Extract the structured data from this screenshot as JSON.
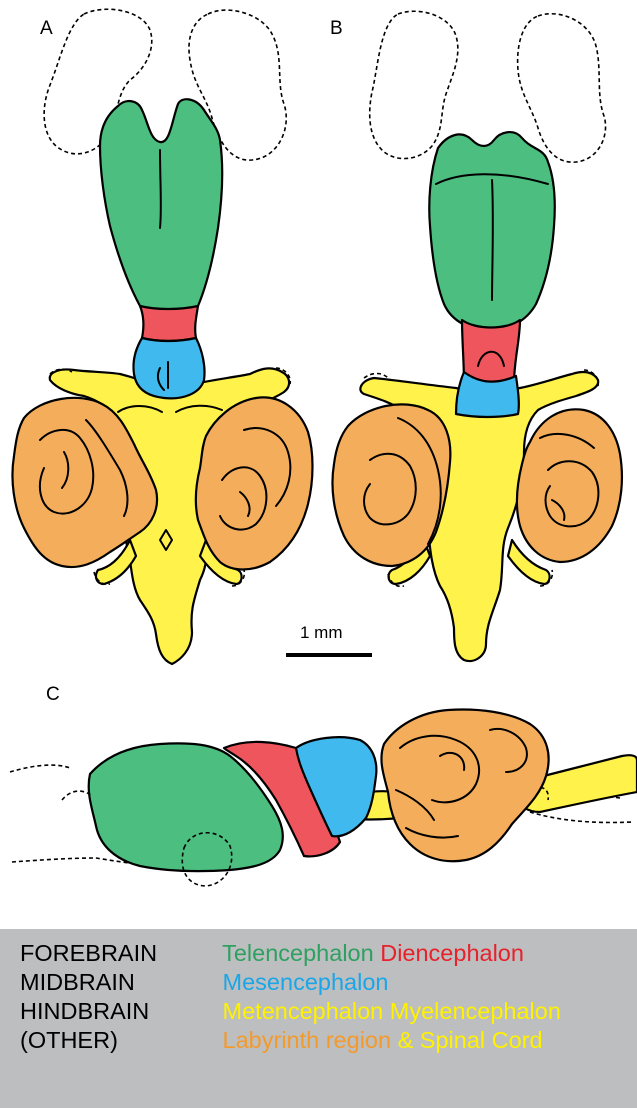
{
  "colors": {
    "telencephalon": "#4cbe7f",
    "diencephalon": "#ee555c",
    "mesencephalon": "#3fb9ee",
    "hindbrain": "#fff24a",
    "labyrinth": "#f4ae5b",
    "legend_background": "#bdbebf"
  },
  "panels": {
    "a": "A",
    "b": "B",
    "c": "C"
  },
  "scale_bar": {
    "label": "1 mm"
  },
  "legend": {
    "rows": [
      {
        "label": "FOREBRAIN",
        "terms": [
          {
            "text": "Telencephalon",
            "color": "#2ea062"
          },
          {
            "text": "Diencephalon",
            "color": "#e8212b"
          }
        ]
      },
      {
        "label": "MIDBRAIN",
        "terms": [
          {
            "text": "Mesencephalon",
            "color": "#1aa6e8"
          }
        ]
      },
      {
        "label": "HINDBRAIN",
        "terms": [
          {
            "text": "Metencephalon",
            "color": "#fff200"
          },
          {
            "text": "Myelencephalon",
            "color": "#fff200"
          }
        ]
      },
      {
        "label": "(OTHER)",
        "terms": [
          {
            "text": "Labyrinth region",
            "color": "#f39a2c"
          },
          {
            "text": "& Spinal Cord",
            "color": "#fff200"
          }
        ]
      }
    ]
  }
}
